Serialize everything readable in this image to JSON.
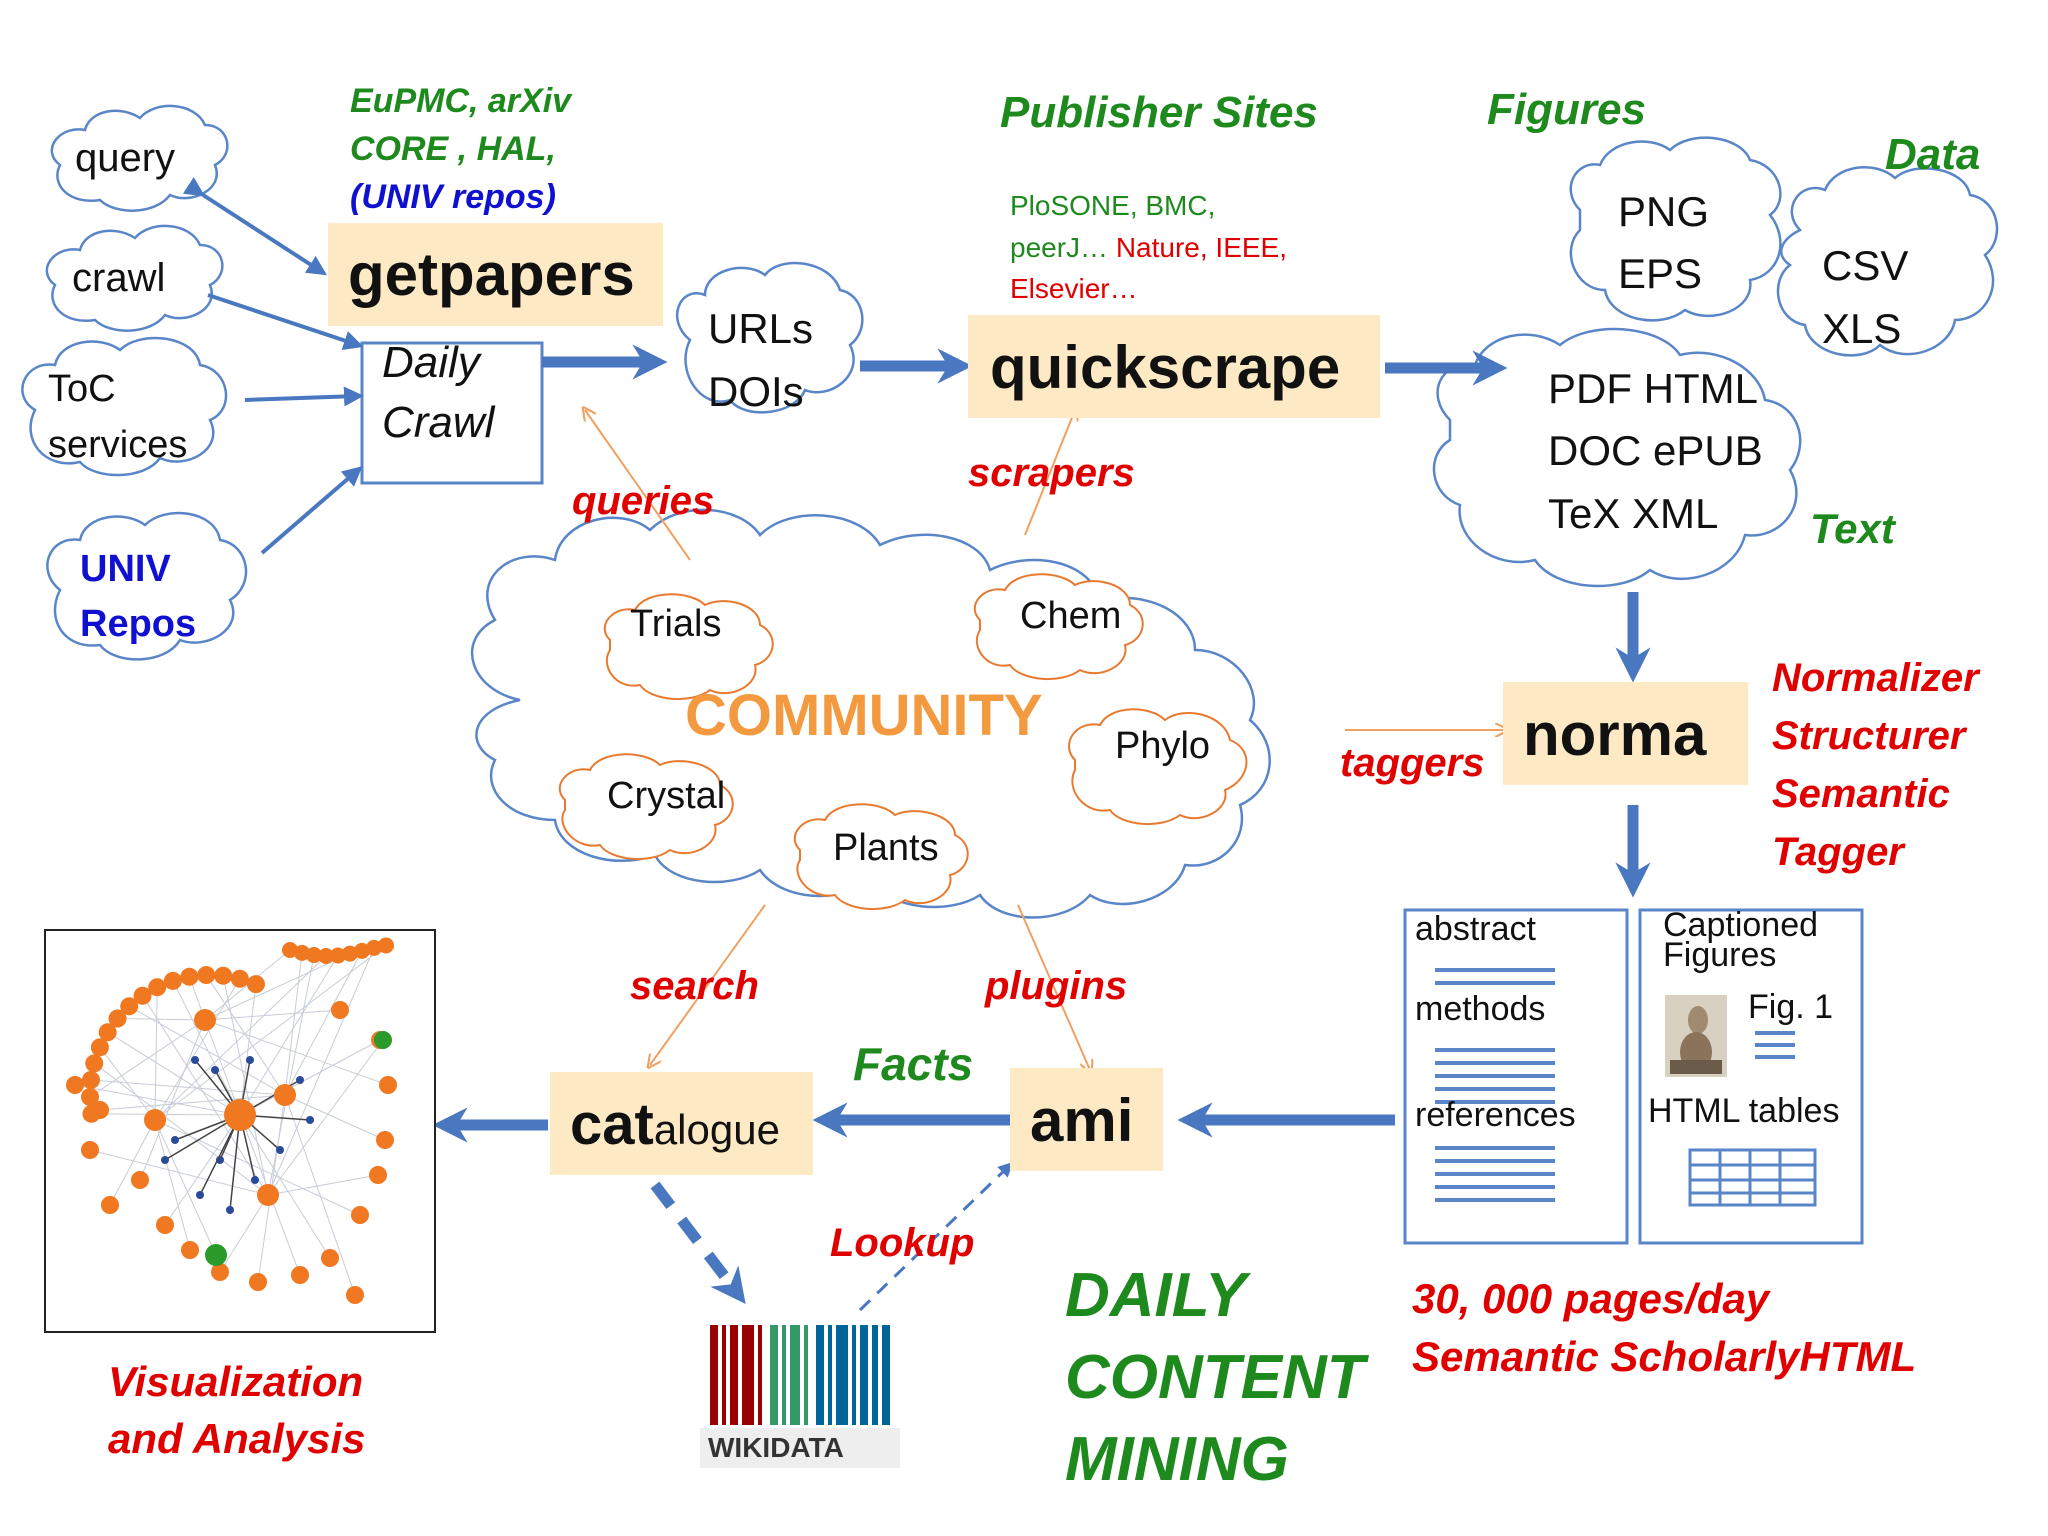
{
  "sources": {
    "query": "query",
    "crawl": "crawl",
    "toc_line1": "ToC",
    "toc_line2": "services",
    "univ_line1": "UNIV",
    "univ_line2": "Repos"
  },
  "repos_note": {
    "line1": "EuPMC, arXiv",
    "line2": "CORE , HAL,",
    "line3": "(UNIV repos)"
  },
  "getpapers": "getpapers",
  "daily_crawl": {
    "line1": "Daily",
    "line2": "Crawl"
  },
  "urls_dois": {
    "line1": "URLs",
    "line2": "DOIs"
  },
  "publisher": {
    "heading": "Publisher Sites",
    "line1": "PloSONE, BMC,",
    "line2a": "peerJ…",
    "line2b": "Nature, IEEE,",
    "line3": "Elsevier…"
  },
  "quickscrape": "quickscrape",
  "outputs": {
    "figures_label": "Figures",
    "data_label": "Data",
    "text_label": "Text",
    "png": "PNG",
    "eps": "EPS",
    "csv": "CSV",
    "xls": "XLS",
    "text_line1": "PDF HTML",
    "text_line2": "DOC ePUB",
    "text_line3": "TeX XML"
  },
  "community": {
    "title": "COMMUNITY",
    "trials": "Trials",
    "chem": "Chem",
    "phylo": "Phylo",
    "crystal": "Crystal",
    "plants": "Plants"
  },
  "edges": {
    "queries": "queries",
    "scrapers": "scrapers",
    "taggers": "taggers",
    "search": "search",
    "plugins": "plugins",
    "facts": "Facts",
    "lookup": "Lookup"
  },
  "norma": "norma",
  "norma_roles": {
    "line1": "Normalizer",
    "line2": "Structurer",
    "line3": "Semantic",
    "line4": "Tagger"
  },
  "doc_panel": {
    "abstract": "abstract",
    "methods": "methods",
    "references": "references",
    "captioned_line1": "Captioned",
    "captioned_line2": "Figures",
    "fig1": "Fig. 1",
    "html_tables": "HTML tables"
  },
  "ami": "ami",
  "catalogue": {
    "bold": "cat",
    "rest": "alogue"
  },
  "wikidata": "WIKIDATA",
  "viz_caption": {
    "line1": "Visualization",
    "line2": "and Analysis"
  },
  "mining": {
    "line1": "DAILY",
    "line2": "CONTENT",
    "line3": "MINING"
  },
  "stats": {
    "line1": "30, 000 pages/day",
    "line2": "Semantic ScholarlyHTML"
  },
  "colors": {
    "arrow_blue": "#4a78c0",
    "arrow_orange": "#f0a060",
    "cloud_blue": "#5a86c8",
    "cloud_orange": "#e87a30",
    "box_fill": "#fde9c4",
    "green_text": "#1e8a1e",
    "red_text": "#e00000",
    "community_orange": "#f39a40"
  }
}
